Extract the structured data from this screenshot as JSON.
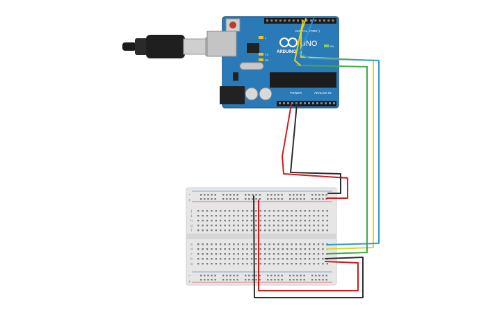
{
  "colors": {
    "board": "#2b7ab8",
    "board_dark": "#1f5f93",
    "breadboard": "#e6e6e6",
    "breadboard_edge": "#cfcfcf",
    "wire_red": "#d31a1a",
    "wire_black": "#2c2c2c",
    "wire_yellow": "#e6d21a",
    "wire_blue": "#2a9ad6",
    "wire_green": "#3fa94a",
    "rail_red": "#d9534f",
    "rail_blue": "#5a8fd6",
    "usb_cable": "#1c1c1c"
  },
  "arduino": {
    "brand": "ARDUINO",
    "model": "UNO",
    "on_label": "ON",
    "digital_label": "DIGITAL (PWM~)",
    "power_label": "POWER",
    "analog_label": "ANALOG IN",
    "tx_label": "TX",
    "rx_label": "RX",
    "l_label": "L"
  },
  "breadboard": {
    "row_letters_top": [
      "j",
      "i",
      "h",
      "g",
      "f"
    ],
    "row_letters_bottom": [
      "e",
      "d",
      "c",
      "b",
      "a"
    ],
    "rail_minus": "−",
    "rail_plus": "+"
  }
}
